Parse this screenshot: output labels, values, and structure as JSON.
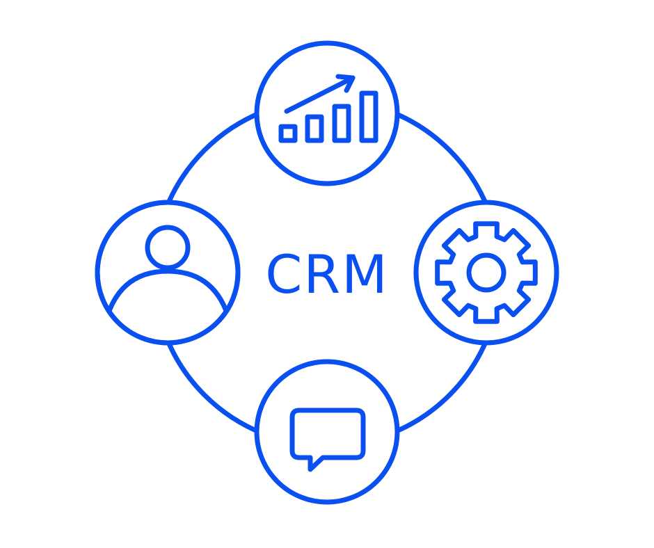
{
  "diagram": {
    "center_label": "CRM",
    "stroke_color": "#0a4ff0",
    "background_color": "#ffffff",
    "nodes": [
      {
        "name": "analytics",
        "icon": "bar-chart-growth-icon"
      },
      {
        "name": "settings",
        "icon": "gear-icon"
      },
      {
        "name": "communication",
        "icon": "chat-bubble-icon"
      },
      {
        "name": "customer",
        "icon": "user-icon"
      }
    ]
  }
}
